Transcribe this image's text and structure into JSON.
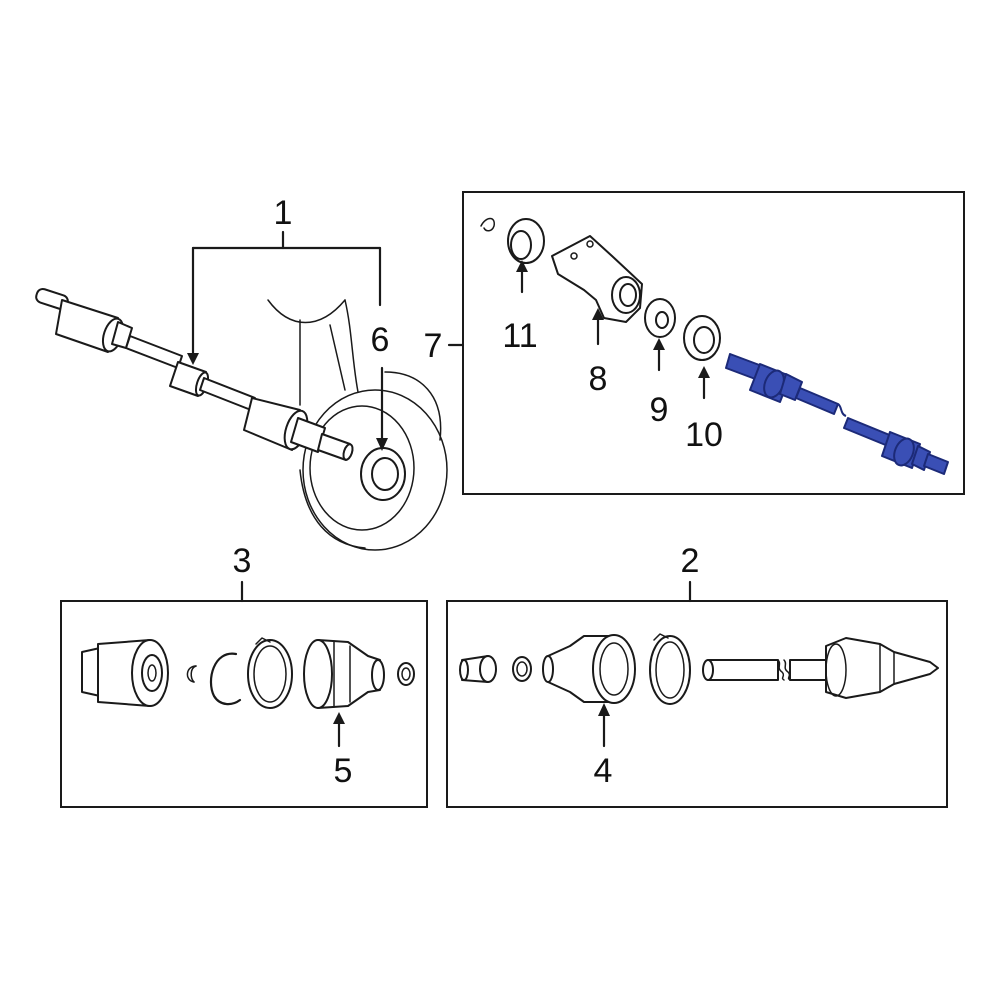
{
  "callouts": {
    "c1": "1",
    "c2": "2",
    "c3": "3",
    "c4": "4",
    "c5": "5",
    "c6": "6",
    "c7": "7",
    "c8": "8",
    "c9": "9",
    "c10": "10",
    "c11": "11"
  },
  "colors": {
    "highlight": "#3a4fb5",
    "line": "#1a1a1a",
    "background": "#ffffff"
  }
}
